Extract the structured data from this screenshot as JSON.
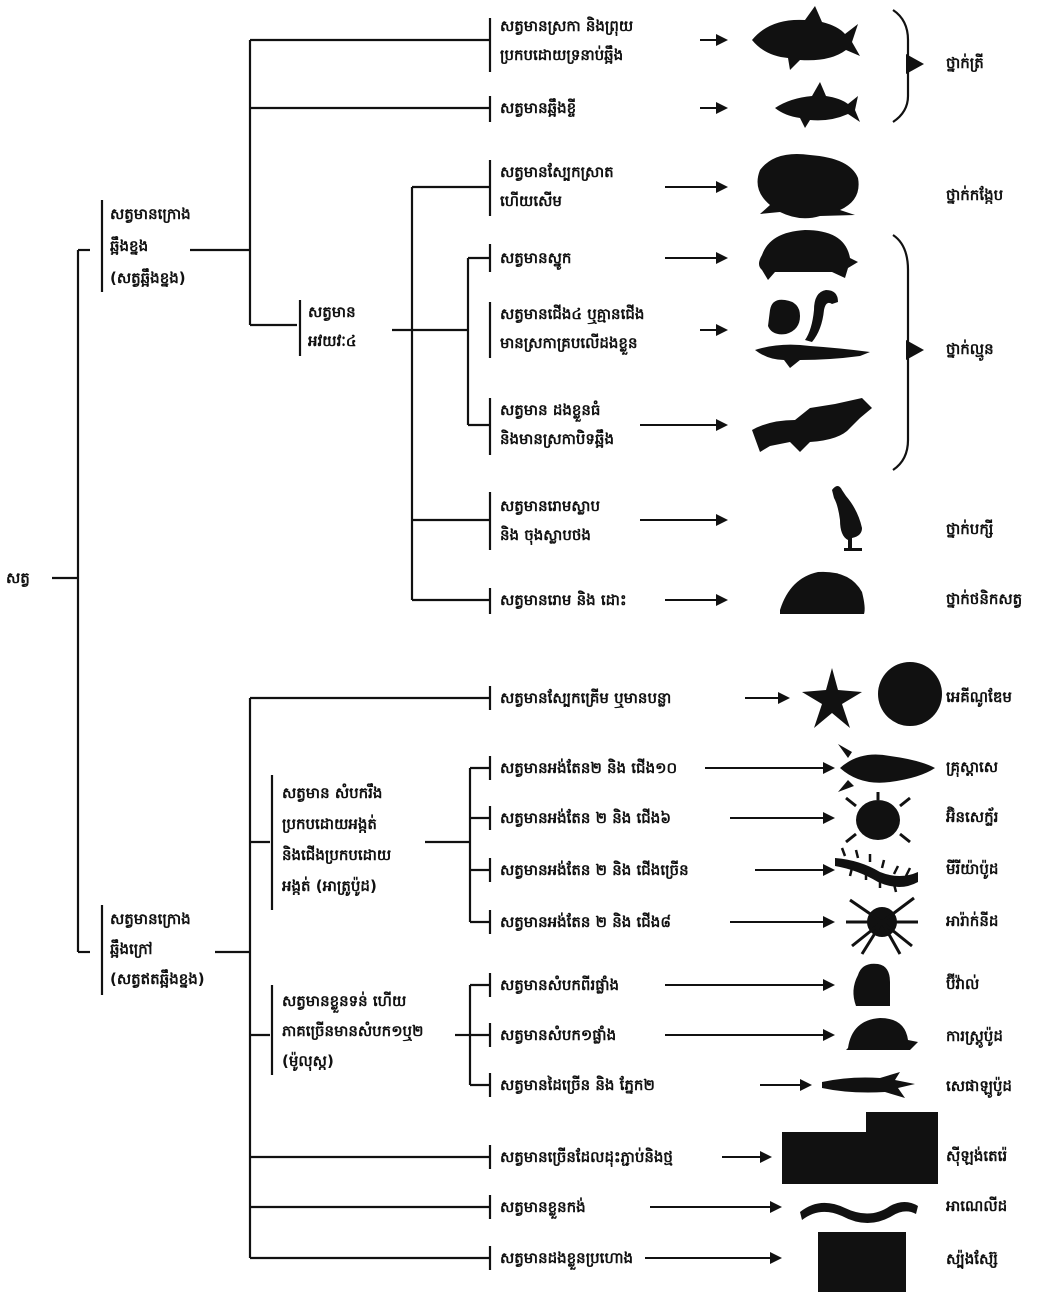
{
  "root": "សត្វ",
  "vertebrates": {
    "label": [
      "សត្វមានក្រោង",
      "ឆ្អឹងខ្នង",
      "(សត្វឆ្អឹងខ្នង)"
    ],
    "groups": [
      {
        "label": [
          "សត្វមានស្រកា និងព្រុយ",
          "ប្រកបដោយទ្រនាប់ឆ្អឹង"
        ],
        "icon": "fish-icon"
      },
      {
        "label": [
          "សត្វមានឆ្អឹងខ្ចី"
        ],
        "icon": "shark-icon"
      },
      {
        "label": [
          "សត្វមានស្បែកស្រាត",
          "ហើយសើម"
        ],
        "icon": "frog-icon"
      },
      {
        "label": [
          "សត្វមានស្នូក"
        ],
        "icon": "turtle-icon"
      },
      {
        "label": [
          "សត្វមានជើង៤ ឬគ្មានជើង",
          "មានស្រកាគ្របលើដងខ្លួន"
        ],
        "icon": "snake-lizard-icon"
      },
      {
        "label": [
          "សត្វមាន ដងខ្លួនធំ",
          "និងមានស្រកាបិទឆ្អឹង"
        ],
        "icon": "crocodile-icon"
      },
      {
        "label": [
          "សត្វមានរោមស្លាប",
          "និង ចុងស្លាបថង"
        ],
        "icon": "bird-icon"
      },
      {
        "label": [
          "សត្វមានរោម និង ដោះ"
        ],
        "icon": "mammal-icon"
      }
    ],
    "quadruped_label": [
      "សត្វមាន",
      "អវយវៈ៤"
    ],
    "classes": [
      "ថ្នាក់ត្រី",
      "ថ្នាក់កង្កែប",
      "ថ្នាក់ល្មូន",
      "ថ្នាក់បក្សី",
      "ថ្នាក់ថនិកសត្វ"
    ]
  },
  "invertebrates": {
    "label": [
      "សត្វមានក្រោង",
      "ឆ្អឹងក្រៅ",
      "(សត្វឥតឆ្អឹងខ្នង)"
    ],
    "subgroups": {
      "arthropods": [
        "សត្វមាន សំបករឹង",
        "ប្រកបដោយអង្កត់",
        "និងជើងប្រកបដោយ",
        "អង្កត់ (អាត្រូប៉ូដ)"
      ],
      "molluscs": [
        "សត្វមានខ្លួនទន់ ហើយ",
        "ភាគច្រើនមានសំបក១ឬ២",
        "(ម៉ូលុស្ក)"
      ]
    },
    "groups": [
      {
        "label": "សត្វមានស្បែកគ្រើម ឬមានបន្លា",
        "icon": "starfish-urchin-icon",
        "class": "អេគីណូឌែម"
      },
      {
        "label": "សត្វមានអង់តែន២ និង ជើង១០",
        "icon": "crayfish-icon",
        "class": "គ្រុស្តាសេ"
      },
      {
        "label": "សត្វមានអង់តែន ២ និង ជើង៦",
        "icon": "beetle-icon",
        "class": "អ៊ិនសេក្ទ័រ"
      },
      {
        "label": "សត្វមានអង់តែន ២ និង ជើងច្រើន",
        "icon": "centipede-icon",
        "class": "មីរីយ៉ាប៉ូដ"
      },
      {
        "label": "សត្វមានអង់តែន ២ និង ជើង៨",
        "icon": "spider-icon",
        "class": "អារ៉ាក់នីដ"
      },
      {
        "label": "សត្វមានសំបកពីរផ្លាំង",
        "icon": "clam-icon",
        "class": "ប៊ីវ៉ាល់"
      },
      {
        "label": "សត្វមានសំបក១ផ្លាំង",
        "icon": "snail-icon",
        "class": "ការស្ត្រូប៉ូដ"
      },
      {
        "label": "សត្វមានដៃច្រើន និង ភ្នែក២",
        "icon": "squid-icon",
        "class": "សេផាឡូប៉ូដ"
      },
      {
        "label": "សត្វមានច្រើនដែលដុះភ្ជាប់និងថ្ម",
        "icon": "coral-icon",
        "class": "ស៊ីឡង់តេរ៉េ"
      },
      {
        "label": "សត្វមានខ្លួនកង់",
        "icon": "worm-icon",
        "class": "អាណេលីដ"
      },
      {
        "label": "សត្វមានដងខ្លួនប្រហោង",
        "icon": "sponge-icon",
        "class": "ស្ប៉ុងស្ស៊ែ"
      }
    ]
  }
}
